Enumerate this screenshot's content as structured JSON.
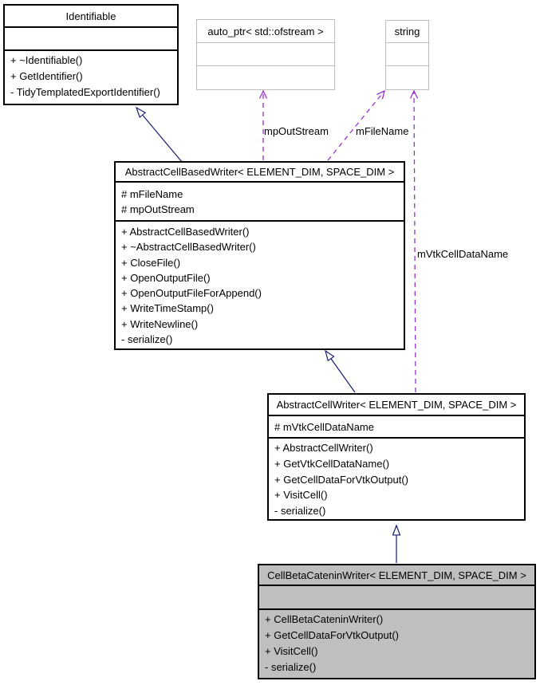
{
  "diagram": {
    "type": "uml_class_inheritance_diagram",
    "background": "#ffffff",
    "colors": {
      "inheritance_edge": "#191970",
      "usage_edge": "#9a32cd",
      "node_border": "#000000",
      "external_node_border": "#bebebe",
      "highlight_fill": "#bfbfbf",
      "text": "#000000"
    }
  },
  "nodes": {
    "identifiable": {
      "title": "Identifiable",
      "methods": [
        "+ ~Identifiable()",
        "+ GetIdentifier()",
        "- TidyTemplatedExportIdentifier()"
      ]
    },
    "auto_ptr": {
      "title": "auto_ptr< std::ofstream >"
    },
    "string_cls": {
      "title": "string"
    },
    "abstract_cell_based_writer": {
      "title": "AbstractCellBasedWriter< ELEMENT_DIM, SPACE_DIM >",
      "attributes": [
        "# mFileName",
        "# mpOutStream"
      ],
      "methods": [
        "+ AbstractCellBasedWriter()",
        "+ ~AbstractCellBasedWriter()",
        "+ CloseFile()",
        "+ OpenOutputFile()",
        "+ OpenOutputFileForAppend()",
        "+ WriteTimeStamp()",
        "+ WriteNewline()",
        "- serialize()"
      ]
    },
    "abstract_cell_writer": {
      "title": "AbstractCellWriter< ELEMENT_DIM, SPACE_DIM >",
      "attributes": [
        "# mVtkCellDataName"
      ],
      "methods": [
        "+ AbstractCellWriter()",
        "+ GetVtkCellDataName()",
        "+ GetCellDataForVtkOutput()",
        "+ VisitCell()",
        "- serialize()"
      ]
    },
    "cell_beta_catenin_writer": {
      "title": "CellBetaCateninWriter< ELEMENT_DIM, SPACE_DIM >",
      "methods": [
        "+ CellBetaCateninWriter()",
        "+ GetCellDataForVtkOutput()",
        "+ VisitCell()",
        "- serialize()"
      ]
    }
  },
  "edges": {
    "labels": {
      "mpOutStream": "mpOutStream",
      "mFileName": "mFileName",
      "mVtkCellDataName": "mVtkCellDataName"
    }
  }
}
